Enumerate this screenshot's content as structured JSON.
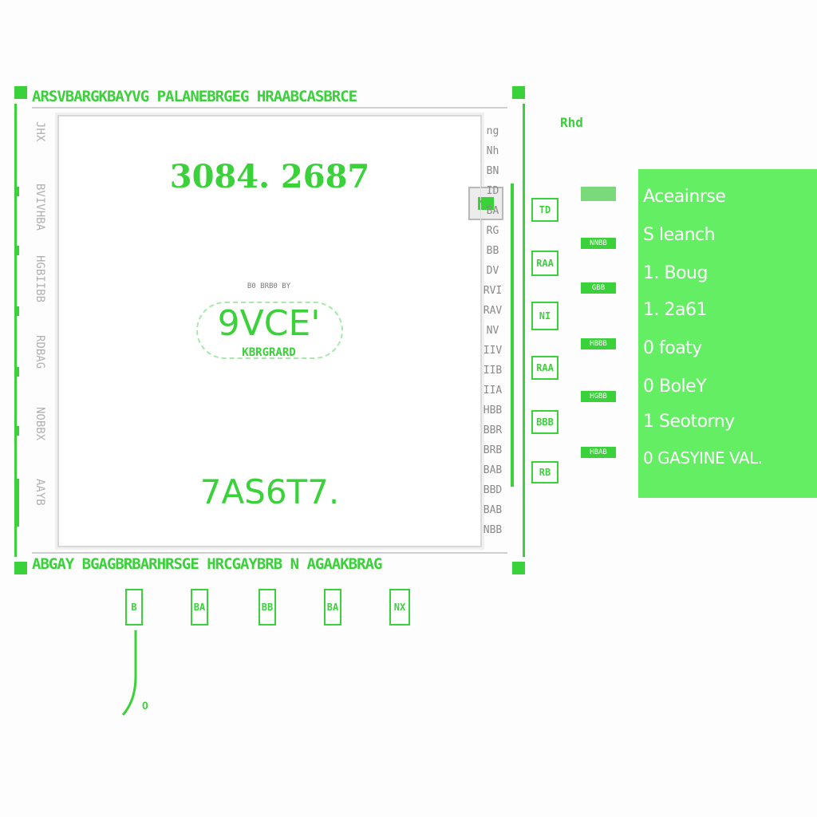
{
  "frame": {
    "top_text": "ARSVBARGKBAYVG PALANEBRGEG HRAABCASBRCE",
    "bottom_text": "ABGAY BGAGBRBARHRSGE HRCGAYBRB N AGAAKBRAG",
    "left_rail_glyphs": [
      "JHX",
      "BVIVHBA",
      "HGBIIBB",
      "RDBAG",
      "NOBBX",
      "AAYB"
    ]
  },
  "canvas": {
    "headline": "3084. 2687",
    "badge_caption": "B0 BRB0 BY",
    "badge_title": "9VCE'",
    "badge_subtitle": "KBRGRARD",
    "footer_code": "7AS6T7."
  },
  "right_ruler": [
    "ng",
    "Nh",
    "BN",
    "ID",
    "BA",
    "RG",
    "BB",
    "DV",
    "RVI",
    "RAV",
    "NV",
    "IIV",
    "IIB",
    "IIA",
    "HBB",
    "BBR",
    "BRB",
    "BAB",
    "BBD",
    "BAB",
    "NBB"
  ],
  "side_label": "Rhd",
  "toolbar": {
    "icons": [
      "TD",
      "RAA",
      "NI",
      "RAA",
      "BBB",
      "RB"
    ],
    "chips": [
      "",
      "NNBB",
      "GBB",
      "HBBB",
      "HGBB",
      "HBAB"
    ]
  },
  "legend": {
    "items": [
      "Aceainrse",
      "S leanch",
      "1. Boug",
      "1. 2a61",
      "0 foaty",
      "0 BoleY",
      "1 Seotorny",
      "0 GASYINE VAL."
    ]
  },
  "bottom_tabs": [
    "B",
    "BA",
    "BB",
    "BA",
    "NX"
  ],
  "pointer_label": "0"
}
